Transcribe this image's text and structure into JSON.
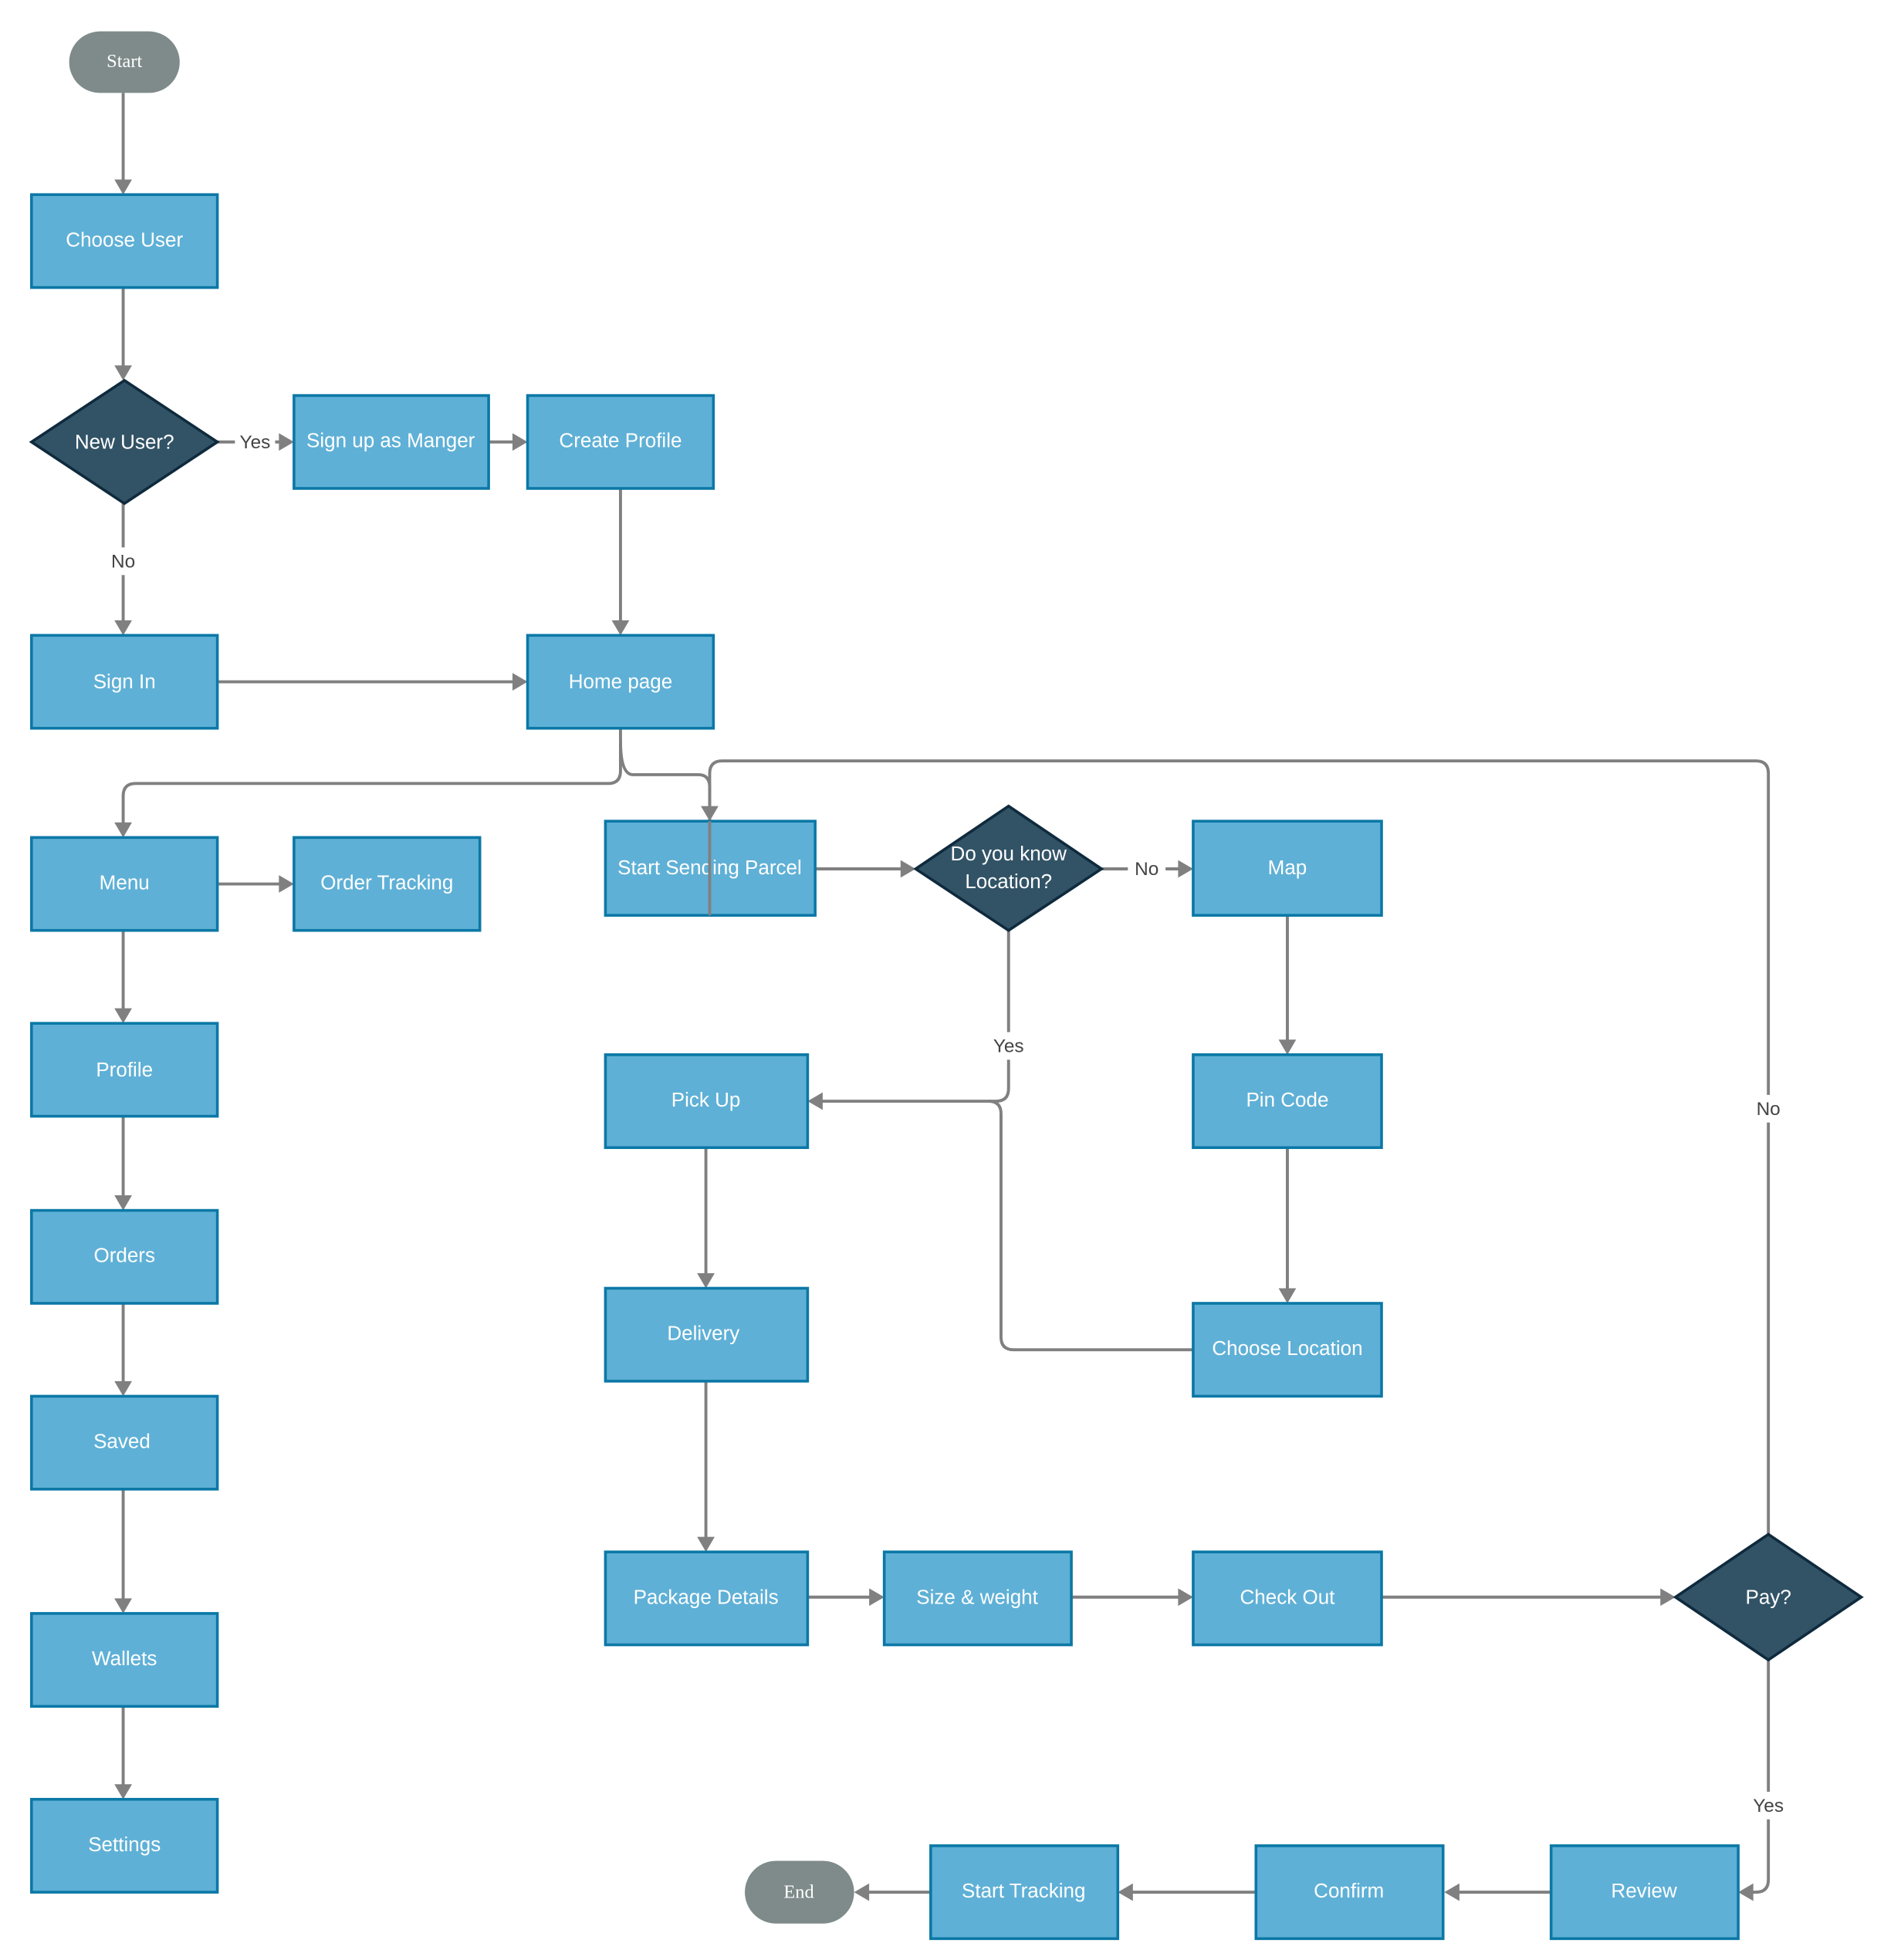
{
  "diagram": {
    "type": "flowchart",
    "colors": {
      "process_fill": "#5fb0d6",
      "process_border": "#0b78a6",
      "decision_fill": "#325366",
      "terminal_fill": "#7f8a8a",
      "connector": "#808080"
    },
    "nodes": {
      "start": "Start",
      "choose_user": "Choose User",
      "new_user": "New User?",
      "sign_up": "Sign up as Manger",
      "create_profile": "Create Profile",
      "sign_in": "Sign In",
      "home_page": "Home page",
      "menu": "Menu",
      "order_tracking": "Order Tracking",
      "profile": "Profile",
      "orders": "Orders",
      "saved": "Saved",
      "wallets": "Wallets",
      "settings": "Settings",
      "start_sending": "Start Sending Parcel",
      "know_location_1": "Do you know",
      "know_location_2": "Location?",
      "map": "Map",
      "pin_code": "Pin Code",
      "choose_location": "Choose Location",
      "pick_up": "Pick Up",
      "delivery": "Delivery",
      "package_details": "Package Details",
      "size_weight": "Size & weight",
      "check_out": "Check Out",
      "pay": "Pay?",
      "review": "Review",
      "confirm": "Confirm",
      "start_tracking": "Start Tracking",
      "end": "End"
    },
    "edge_labels": {
      "new_user_yes": "Yes",
      "new_user_no": "No",
      "location_no": "No",
      "location_yes": "Yes",
      "pay_no": "No",
      "pay_yes": "Yes"
    }
  }
}
